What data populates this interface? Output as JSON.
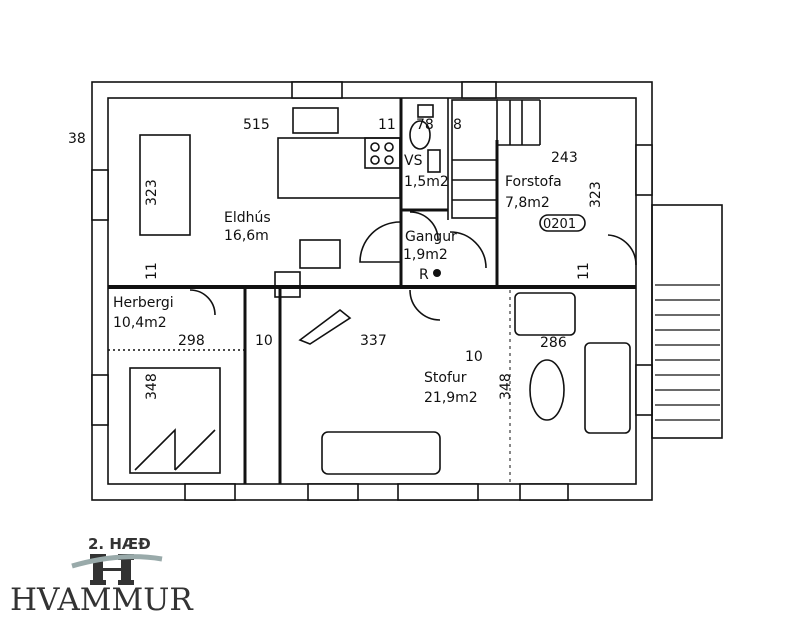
{
  "plan": {
    "rooms": [
      {
        "name": "Eldhús",
        "area": "16,6m"
      },
      {
        "name": "VS",
        "area": "1,5m2"
      },
      {
        "name": "Gangur",
        "area": "1,9m2"
      },
      {
        "name": "Forstofa",
        "area": "7,8m2"
      },
      {
        "name": "Herbergi",
        "area": "10,4m2"
      },
      {
        "name": "Stofur",
        "area": "21,9m2"
      }
    ],
    "dimensions": {
      "wall_left": "38",
      "kitchen_width": "515",
      "kitchen_wall": "11",
      "wc_width": "78",
      "wc_wall": "8",
      "entry_width": "243",
      "kitchen_depth": "323",
      "entry_depth": "323",
      "wall_mid_left": "11",
      "wall_mid_right": "11",
      "bedroom_width": "298",
      "partition": "10",
      "living_width": "337",
      "partition2": "10",
      "living_right": "286",
      "bedroom_depth": "348",
      "living_depth": "348"
    },
    "entry_code": "0201",
    "riser_label": "R"
  },
  "logo": {
    "floor": "2. HÆÐ",
    "brand": "HVAMMUR"
  }
}
